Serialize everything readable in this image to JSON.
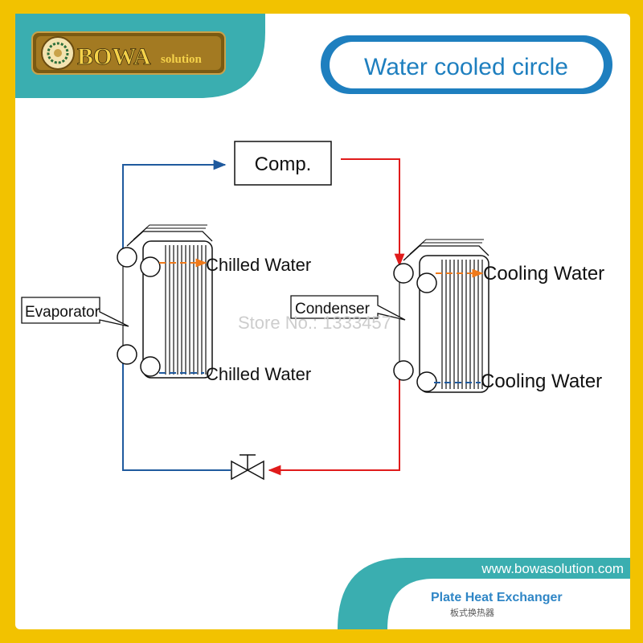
{
  "logo": {
    "brand": "BOWA",
    "suffix": "solution"
  },
  "title": "Water cooled circle",
  "components": {
    "compressor": "Comp.",
    "evaporator": "Evaporator",
    "condenser": "Condenser"
  },
  "water_labels": {
    "chilled_in": "Chilled Water",
    "chilled_out": "Chilled Water",
    "cooling_in": "Cooling Water",
    "cooling_out": "Cooling Water"
  },
  "watermark": "Store No.: 1333457",
  "footer": {
    "url": "www.bowasolution.com",
    "product": "Plate Heat Exchanger",
    "product_cn": "板式换热器"
  },
  "colors": {
    "frame_yellow": "#f2c200",
    "teal": "#3aaeb0",
    "pipe_blue": "#1f5a9e",
    "pipe_red": "#e01b1b",
    "arrow_orange": "#f07a1a",
    "title_blue": "#1e7fbf",
    "product_blue": "#2f86c6"
  }
}
